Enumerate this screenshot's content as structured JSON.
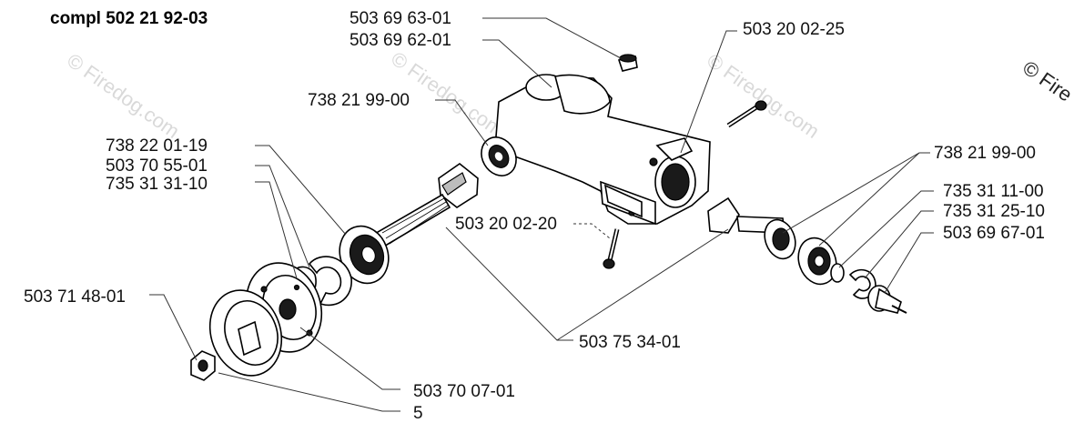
{
  "title": "compl 502 21 92-03",
  "watermark": "© Firedog.com",
  "watermark_partial": "© Fire",
  "labels": {
    "p50369630": "503 69 63-01",
    "p50369620": "503 69 62-01",
    "p50320025": "503 20 02-25",
    "p73821990_top": "738 21 99-00",
    "p73822019": "738 22 01-19",
    "p50370550": "503 70 55-01",
    "p73531310": "735 31 31-10",
    "p73821990_right": "738 21 99-00",
    "p73531110": "735 31 11-00",
    "p73531251": "735 31 25-10",
    "p50369670": "503 69 67-01",
    "p50320020": "503 20 02-20",
    "p50371480": "503 71 48-01",
    "p50375340": "503 75 34-01",
    "p50370070": "503 70 07-01",
    "p5_partial": "5"
  }
}
